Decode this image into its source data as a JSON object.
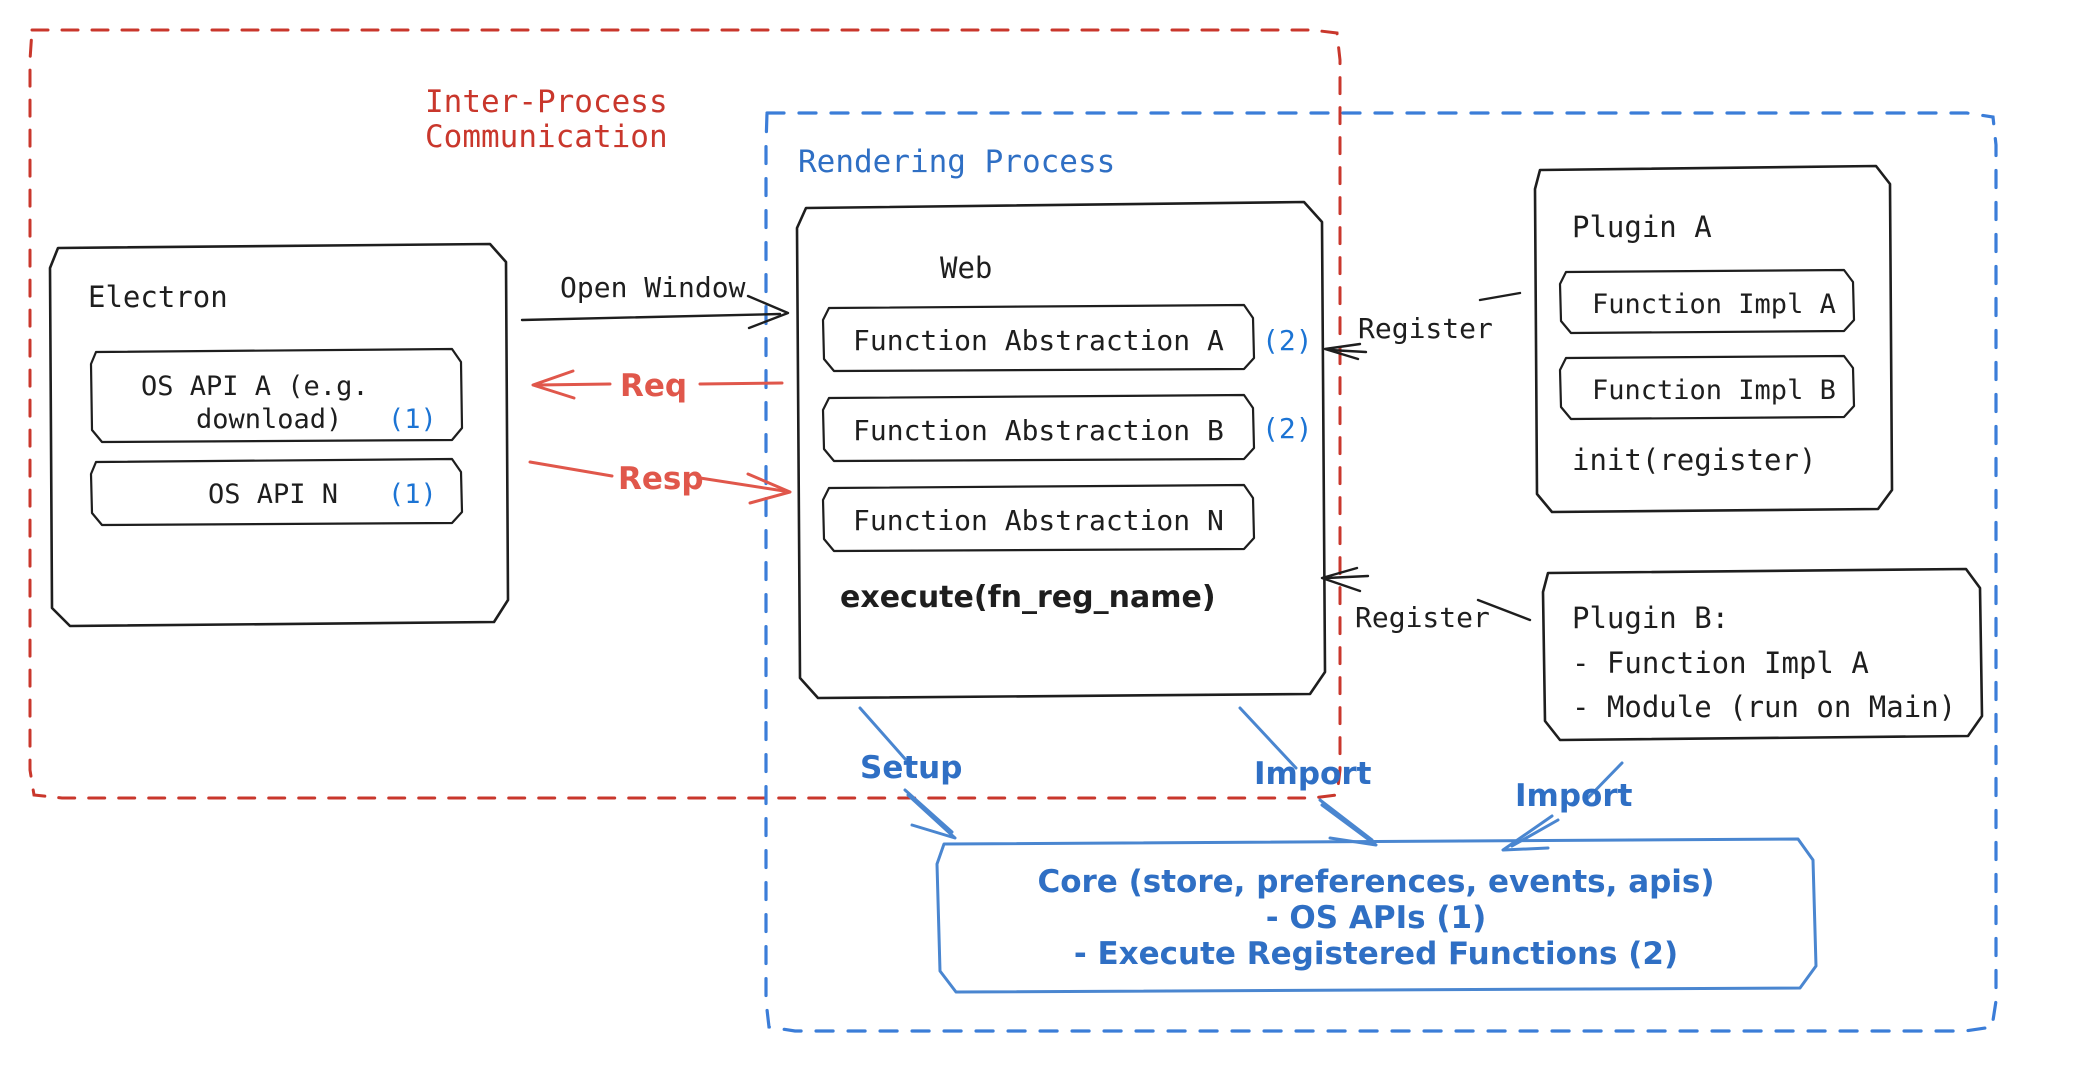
{
  "groups": {
    "ipc": {
      "title_line1": "Inter-Process",
      "title_line2": "Communication",
      "color": "#c9372c"
    },
    "rendering": {
      "title": "Rendering Process",
      "color": "#3b7dd8"
    }
  },
  "electron": {
    "title": "Electron",
    "apis": [
      {
        "line1": "OS API A (e.g.",
        "line2": "download)",
        "ref": "(1)"
      },
      {
        "line1": "OS API N",
        "line2": "",
        "ref": "(1)"
      }
    ]
  },
  "web": {
    "title": "Web",
    "abstractions": [
      {
        "label": "Function Abstraction A",
        "ref": "(2)"
      },
      {
        "label": "Function Abstraction B",
        "ref": "(2)"
      },
      {
        "label": "Function Abstraction N",
        "ref": ""
      }
    ],
    "execute": "execute(fn_reg_name)"
  },
  "plugin_a": {
    "title": "Plugin A",
    "functions": [
      "Function Impl A",
      "Function Impl B"
    ],
    "init": "init(register)"
  },
  "plugin_b": {
    "title": "Plugin B:",
    "items": [
      "- Function Impl A",
      "- Module (run on Main)"
    ]
  },
  "core": {
    "line1": "Core (store, preferences, events, apis)",
    "line2": "- OS APIs (1)",
    "line3": "- Execute Registered Functions (2)"
  },
  "edges": {
    "open_window": "Open Window",
    "req": "Req",
    "resp": "Resp",
    "register_top": "Register",
    "register_bottom": "Register",
    "setup": "Setup",
    "import_web": "Import",
    "import_plugin_b": "Import"
  },
  "colors": {
    "red_group": "#c9372c",
    "red_arrow": "#e0574b",
    "blue_group": "#3b7dd8",
    "blue_text": "#2f6fc4",
    "blue_ref": "#1c74d4",
    "ink": "#1e1e1e"
  }
}
